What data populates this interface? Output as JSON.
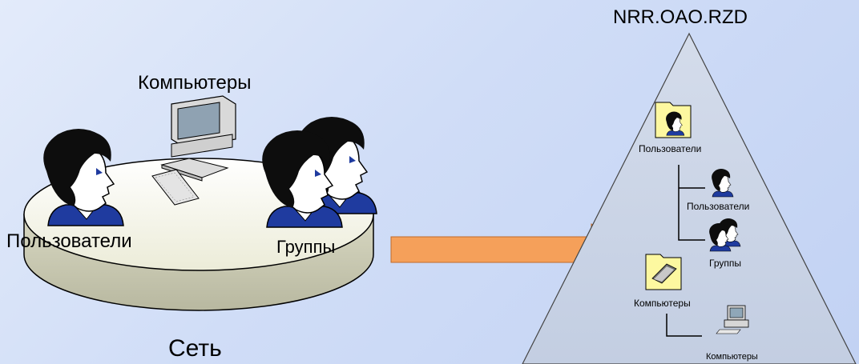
{
  "left_panel": {
    "network_label": "Сеть",
    "users_label": "Пользователи",
    "computers_label": "Компьютеры",
    "groups_label": "Группы"
  },
  "right_panel": {
    "domain_label": "NRR.OAO.RZD",
    "users_folder_label": "Пользователи",
    "user_item_label": "Пользователи",
    "group_item_label": "Группы",
    "computers_folder_label": "Компьютеры",
    "computer_item_label": "Компьютеры"
  },
  "colors": {
    "arrow": "#f5a05a",
    "triangle_fill": "#c8d2e3",
    "folder_fill": "#fdf8a0",
    "shirt": "#1f3b9f",
    "hair": "#0d0d0d"
  }
}
